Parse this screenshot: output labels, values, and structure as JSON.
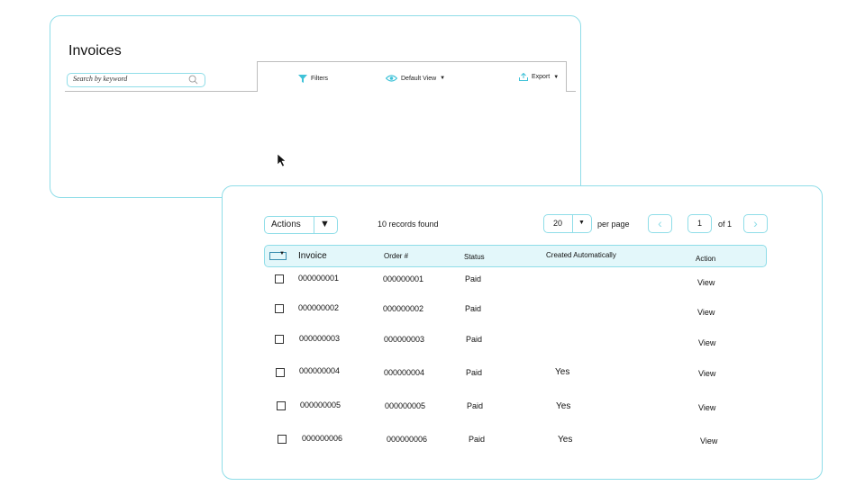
{
  "top": {
    "title": "Invoices",
    "search_placeholder": "Search by keyword",
    "filters_label": "Filters",
    "view_label": "Default View",
    "export_label": "Export",
    "icons": [
      "search-icon",
      "filter-icon",
      "eye-icon",
      "export-icon",
      "cursor-icon"
    ]
  },
  "grid": {
    "actions_label": "Actions",
    "records_found": "10 records found",
    "per_page_value": "20",
    "per_page_label": "per page",
    "page_prev": "‹",
    "page_next": "›",
    "page_current": "1",
    "page_of": "of 1",
    "columns": [
      "Invoice",
      "Order #",
      "Status",
      "Created Automatically",
      "Action"
    ],
    "rows": [
      {
        "invoice": "000000001",
        "order": "000000001",
        "status": "Paid",
        "auto": "",
        "action": "View"
      },
      {
        "invoice": "000000002",
        "order": "000000002",
        "status": "Paid",
        "auto": "",
        "action": "View"
      },
      {
        "invoice": "000000003",
        "order": "000000003",
        "status": "Paid",
        "auto": "",
        "action": "View"
      },
      {
        "invoice": "000000004",
        "order": "000000004",
        "status": "Paid",
        "auto": "Yes",
        "action": "View"
      },
      {
        "invoice": "000000005",
        "order": "000000005",
        "status": "Paid",
        "auto": "Yes",
        "action": "View"
      },
      {
        "invoice": "000000006",
        "order": "000000006",
        "status": "Paid",
        "auto": "Yes",
        "action": "View"
      }
    ]
  },
  "colors": {
    "accent": "#8fdde8",
    "header_bg": "#e3f7fa",
    "icon": "#3fc2d8"
  }
}
